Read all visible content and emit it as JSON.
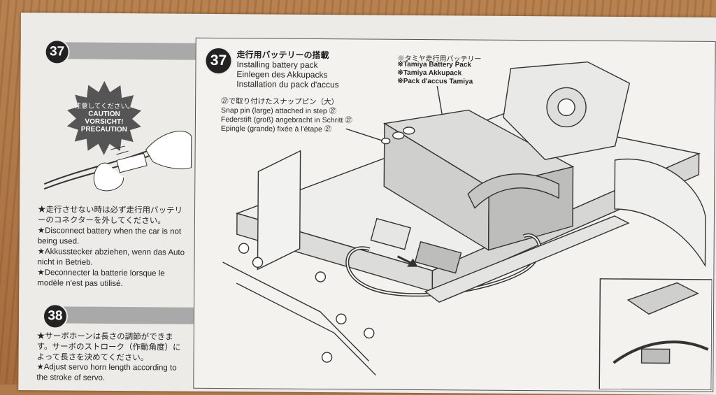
{
  "left": {
    "step37_number": "37",
    "caution_label_jp": "注意してください。",
    "caution_label_en": "CAUTION",
    "caution_label_de": "VORSICHT!",
    "caution_label_fr": "PRECAUTION",
    "note37_jp": "★走行させない時は必ず走行用バッテリーのコネクターを外してください。",
    "note37_en": "★Disconnect battery when the car is not being used.",
    "note37_de": "★Akkusstecker abziehen, wenn das Auto nicht in Betrieb.",
    "note37_fr": "★Deconnecter la batterie lorsque le modèle n'est pas utilisé.",
    "step38_number": "38",
    "note38_jp": "★サーボホーンは長さの調節ができます。サーボのストローク（作動角度）によって長さを決めてください。",
    "note38_en": "★Adjust servo horn length according to the stroke of servo."
  },
  "main": {
    "step_number": "37",
    "title_jp": "走行用バッテリーの搭載",
    "title_en": "Installing battery pack",
    "title_de": "Einlegen des Akkupacks",
    "title_fr": "Installation du pack d'accus",
    "battery_jp": "※タミヤ走行用バッテリー",
    "battery_en": "※Tamiya Battery Pack",
    "battery_de": "※Tamiya Akkupack",
    "battery_fr": "※Pack d'accus Tamiya",
    "snap_jp": "㉗で取り付けたスナップピン（大）",
    "snap_en": "Snap pin (large) attached in step ㉗",
    "snap_de": "Federstift (groß) angebracht in Schritt ㉗",
    "snap_fr": "Epingle (grande) fixée à l'étape ㉗"
  }
}
